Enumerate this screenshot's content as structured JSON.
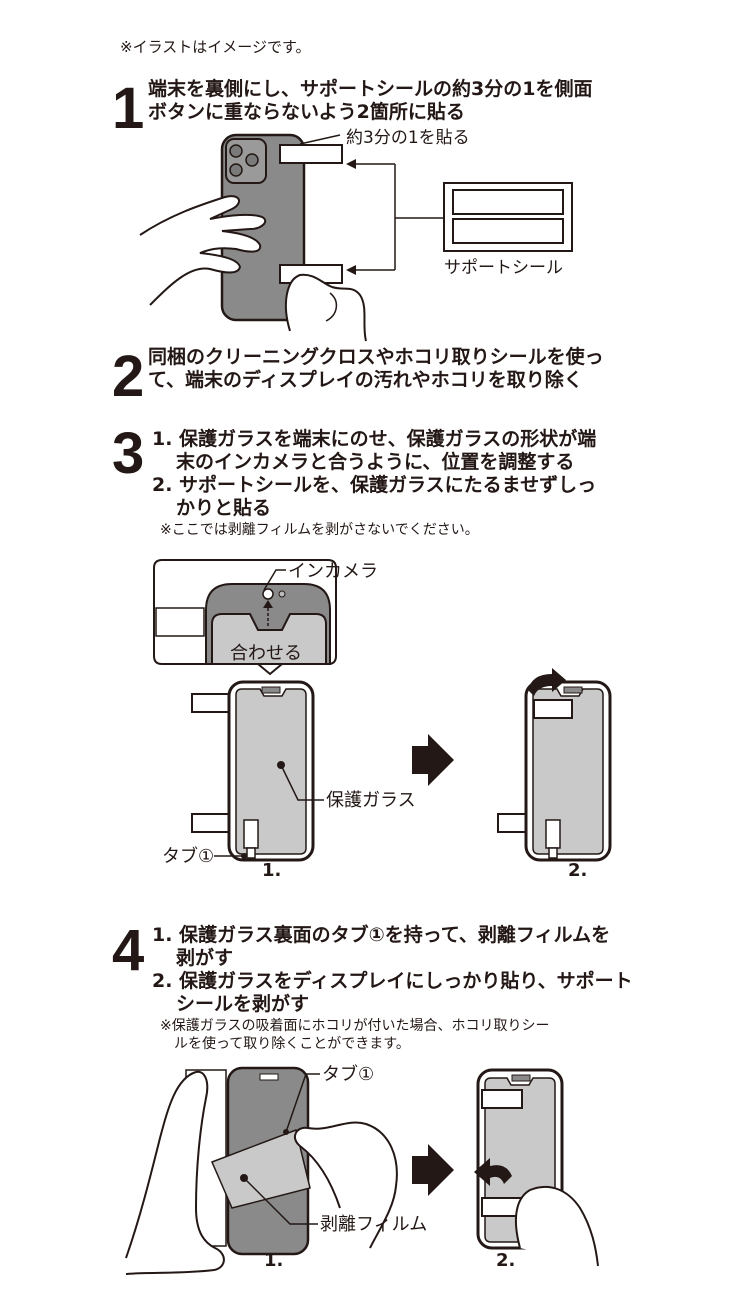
{
  "note_top": "※イラストはイメージです。",
  "step1": {
    "num": "1",
    "title_l1": "端末を裏側にし、サポートシールの約3分の1を側面",
    "title_l2": "ボタンに重ならないよう2箇所に貼る",
    "label_third": "約3分の1を貼る",
    "label_seal": "サポートシール"
  },
  "step2": {
    "num": "2",
    "title_l1": "同梱のクリーニングクロスやホコリ取りシールを使っ",
    "title_l2": "て、端末のディスプレイの汚れやホコリを取り除く"
  },
  "step3": {
    "num": "3",
    "item1_l1": "1. 保護ガラスを端末にのせ、保護ガラスの形状が端",
    "item1_l2": "末のインカメラと合うように、位置を調整する",
    "item2_l1": "2. サポートシールを、保護ガラスにたるませずしっ",
    "item2_l2": "かりと貼る",
    "note": "※ここでは剥離フィルムを剥がさないでください。",
    "label_camera": "インカメラ",
    "label_align": "合わせる",
    "label_glass": "保護ガラス",
    "label_tab": "タブ①",
    "fig1": "1.",
    "fig2": "2."
  },
  "step4": {
    "num": "4",
    "item1_l1": "1. 保護ガラス裏面のタブ①を持って、剥離フィルムを",
    "item1_l2": "剥がす",
    "item2_l1": "2. 保護ガラスをディスプレイにしっかり貼り、サポート",
    "item2_l2": "シールを剥がす",
    "note_l1": "※保護ガラスの吸着面にホコリが付いた場合、ホコリ取りシー",
    "note_l2": "ルを使って取り除くことができます。",
    "label_tab": "タブ①",
    "label_film": "剥離フィルム",
    "fig1": "1.",
    "fig2": "2."
  },
  "colors": {
    "text": "#231815",
    "phone": "#8a8a8a",
    "glass": "#c9c9c9",
    "white": "#ffffff"
  },
  "icons": [
    "arrow-right-icon",
    "curved-arrow-icon",
    "camera-icon"
  ]
}
